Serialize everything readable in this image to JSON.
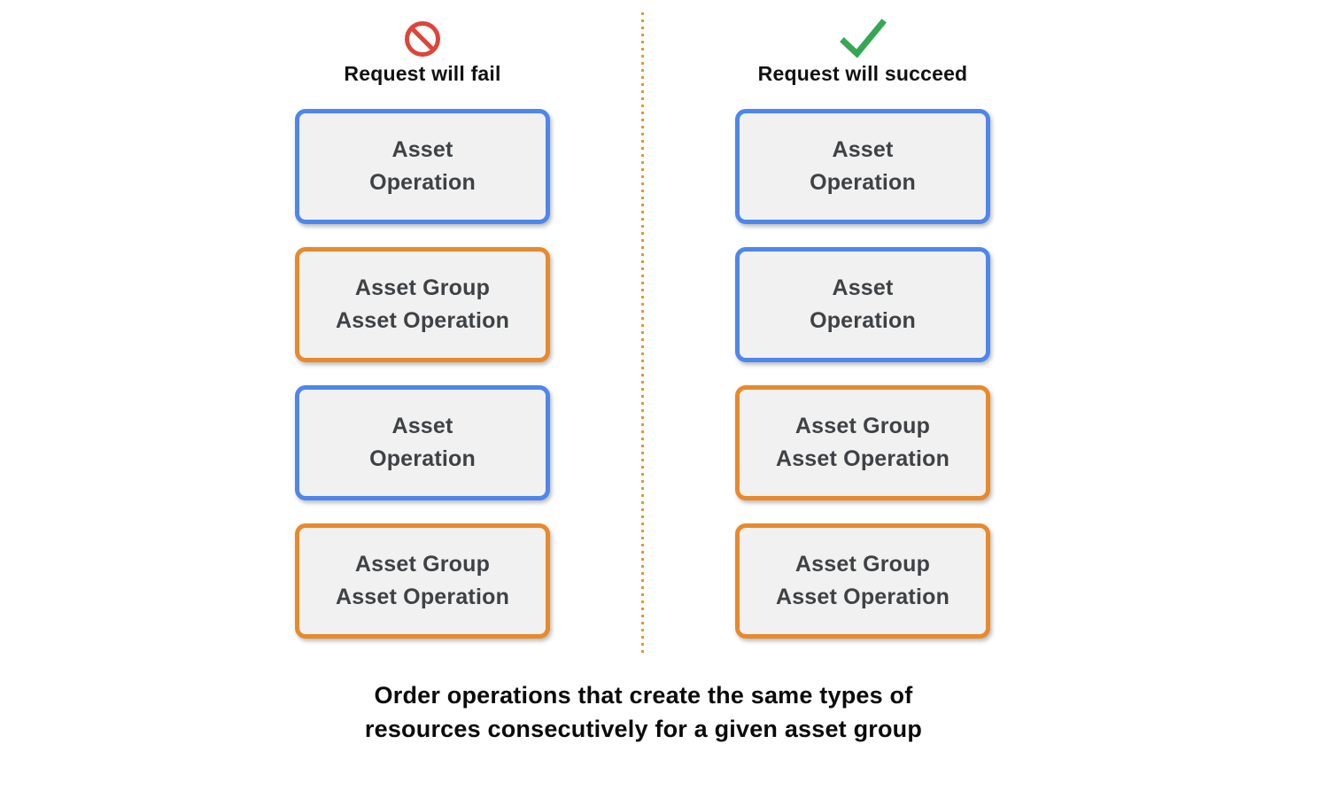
{
  "columns": [
    {
      "id": "fail",
      "icon": "prohibition-icon",
      "title": "Request will fail",
      "boxes": [
        {
          "type": "asset",
          "line1": "Asset",
          "line2": "Operation"
        },
        {
          "type": "asset-group",
          "line1": "Asset Group",
          "line2": "Asset Operation"
        },
        {
          "type": "asset",
          "line1": "Asset",
          "line2": "Operation"
        },
        {
          "type": "asset-group",
          "line1": "Asset Group",
          "line2": "Asset Operation"
        }
      ]
    },
    {
      "id": "succeed",
      "icon": "check-icon",
      "title": "Request will succeed",
      "boxes": [
        {
          "type": "asset",
          "line1": "Asset",
          "line2": "Operation"
        },
        {
          "type": "asset",
          "line1": "Asset",
          "line2": "Operation"
        },
        {
          "type": "asset-group",
          "line1": "Asset Group",
          "line2": "Asset Operation"
        },
        {
          "type": "asset-group",
          "line1": "Asset Group",
          "line2": "Asset Operation"
        }
      ]
    }
  ],
  "caption": {
    "line1": "Order operations that create the same types of",
    "line2": "resources consecutively for a given asset group"
  },
  "colors": {
    "asset_border": "#4e86ec",
    "asset_group_border": "#e8892b",
    "box_fill": "#f1f1f1",
    "box_text": "#3f4245",
    "fail_icon": "#dd453a",
    "succeed_icon": "#34a853",
    "divider_color": "#e8952f"
  }
}
